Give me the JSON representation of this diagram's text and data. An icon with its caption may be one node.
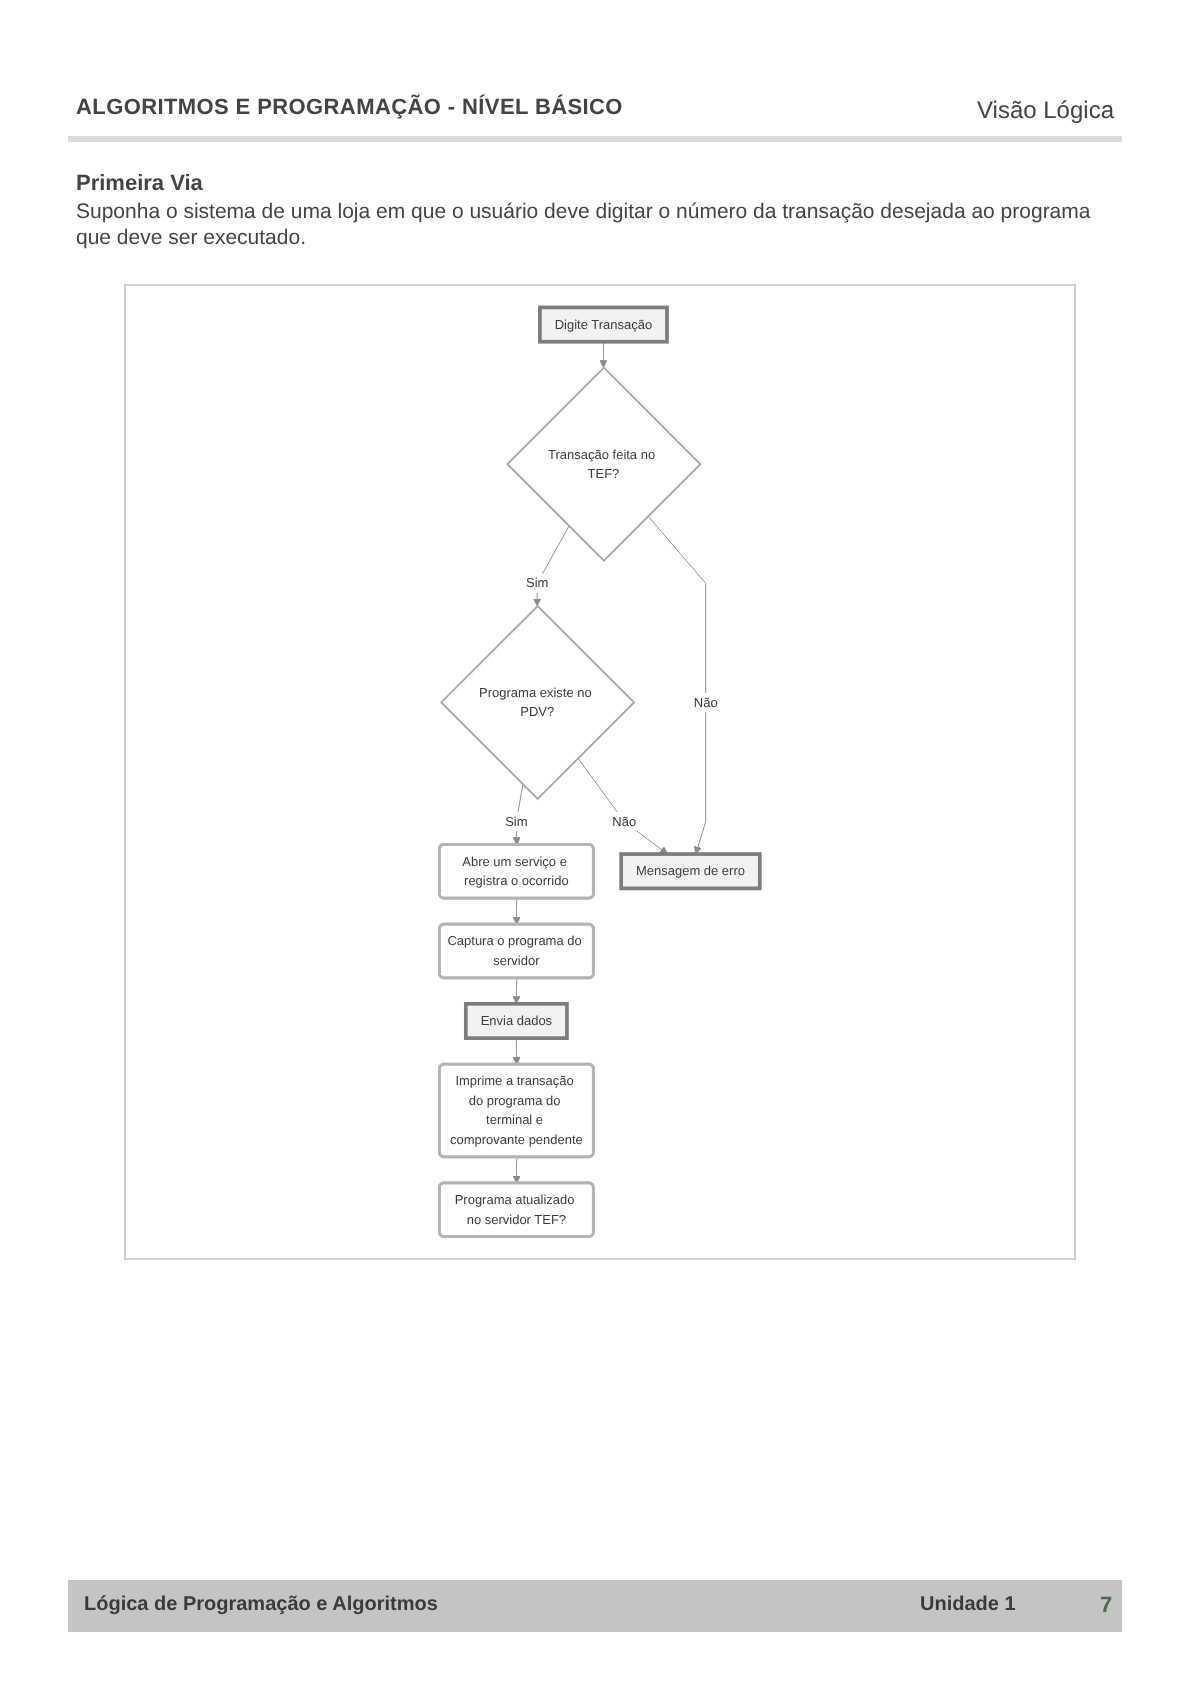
{
  "diagram": {
    "title": "Primeira Via",
    "nodes": [
      {
        "text": [
          "Digite Transação"
        ]
      },
      {
        "text": [
          "Transação feita no TEF?"
        ]
      },
      {
        "text": [
          "Programa existe no PDV?"
        ]
      },
      {
        "text": [
          "Abre um serviço e registra o ocorrido"
        ]
      },
      {
        "text": [
          "Mensagem de erro"
        ]
      },
      {
        "text": [
          "Captura o programa do servidor"
        ]
      },
      {
        "text": [
          "Envia dados"
        ]
      },
      {
        "text": [
          "Imprime a transação do programa do terminal e comprovante pendente"
        ]
      },
      {
        "text": [
          "Programa atualizado no servidor TEF?"
        ]
      }
    ],
    "edges": [
      {
        "from": 0,
        "to": 1,
        "arrow": "to"
      },
      {
        "from": 1,
        "to": 2,
        "arrow": "to",
        "label": "Sim"
      },
      {
        "from": 1,
        "to": 4,
        "arrow": "to",
        "label": "Não"
      },
      {
        "from": 2,
        "to": 3,
        "arrow": "to",
        "label": "Sim"
      },
      {
        "from": 2,
        "to": 4,
        "arrow": "to",
        "label": "Não"
      },
      {
        "from": 3,
        "to": 5,
        "arrow": "to"
      },
      {
        "from": 5,
        "to": 6,
        "arrow": "to"
      },
      {
        "from": 6,
        "to": 7,
        "arrow": "to"
      },
      {
        "from": 7,
        "to": 8,
        "arrow": "to"
      }
    ],
    "labels": [
      "ALGORITMOS E PROGRAMAÇÃO - NÍVEL BÁSICO",
      "Visão Lógica",
      "Suponha o sistema de uma loja em que o usuário deve digitar o número da transação desejada ao programa que deve ser executado.",
      "Lógica de Programação e Algoritmos",
      "Unidade 1",
      "7"
    ]
  }
}
